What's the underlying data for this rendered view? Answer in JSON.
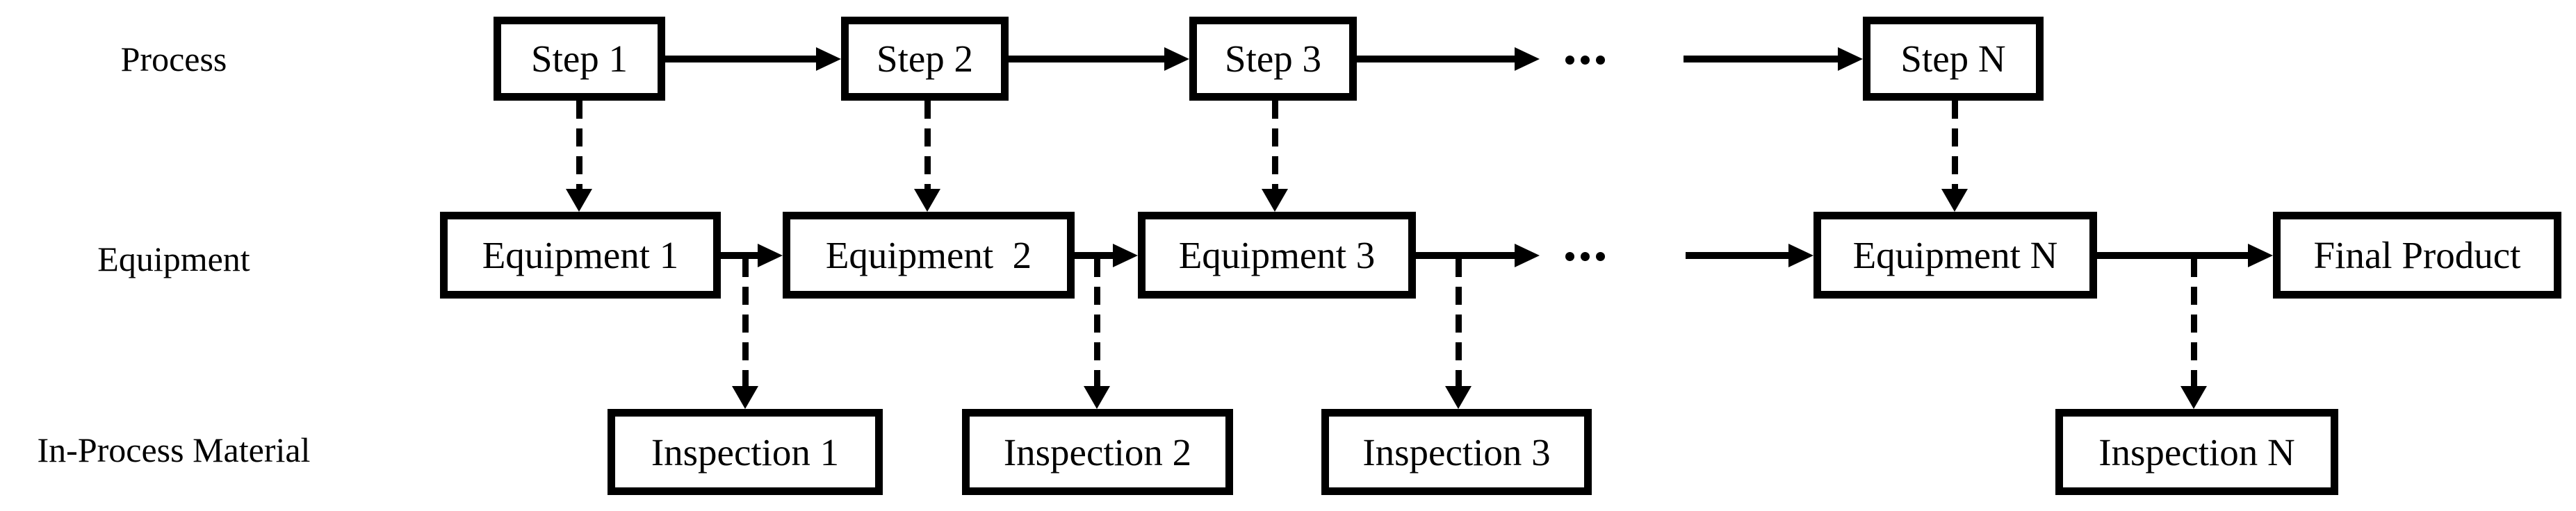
{
  "diagram_title": "process-equipment-inspection-flow",
  "colors": {
    "background": "#ffffff",
    "line": "#000000",
    "text": "#000000",
    "box_fill": "#ffffff"
  },
  "ellipsis": "···",
  "rows": {
    "process": {
      "label": "Process",
      "boxes": [
        "Step 1",
        "Step 2",
        "Step 3",
        "Step N"
      ]
    },
    "equipment": {
      "label": "Equipment",
      "boxes": [
        "Equipment 1",
        "Equipment  2",
        "Equipment 3",
        "Equipment N"
      ],
      "final_product": "Final Product"
    },
    "in_process_material": {
      "label": "In-Process Material",
      "boxes": [
        "Inspection 1",
        "Inspection 2",
        "Inspection 3",
        "Inspection N"
      ]
    }
  }
}
